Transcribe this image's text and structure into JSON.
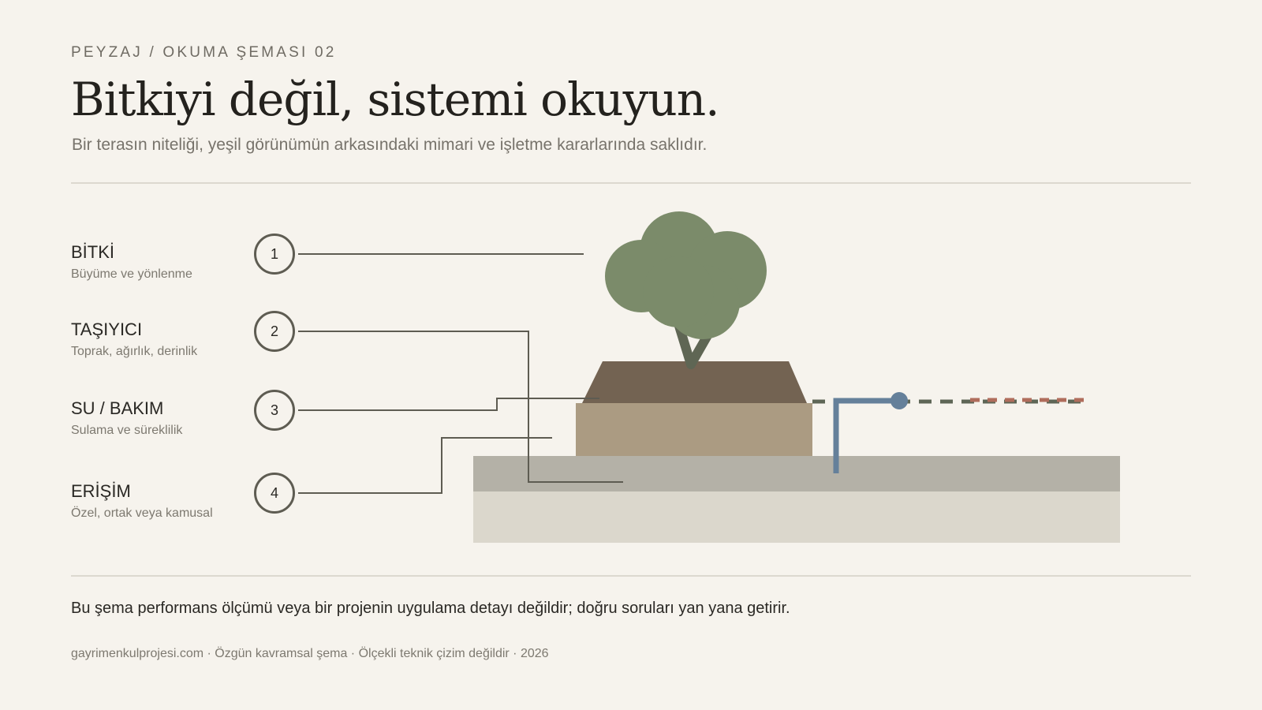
{
  "header": {
    "eyebrow": "PEYZAJ / OKUMA ŞEMASI 02",
    "title": "Bitkiyi değil, sistemi okuyun.",
    "subtitle": "Bir terasın niteliği, yeşil görünümün arkasındaki mimari ve işletme kararlarında saklıdır."
  },
  "layers": [
    {
      "number": "1",
      "title": "BİTKİ",
      "description": "Büyüme ve yönlenme"
    },
    {
      "number": "2",
      "title": "TAŞIYICI",
      "description": "Toprak, ağırlık, derinlik"
    },
    {
      "number": "3",
      "title": "SU / BAKIM",
      "description": "Sulama ve süreklilik"
    },
    {
      "number": "4",
      "title": "ERİŞİM",
      "description": "Özel, ortak veya kamusal"
    }
  ],
  "illustration": {
    "colors": {
      "foliage": "#7b8b6a",
      "trunk": "#5f6654",
      "soil": "#736352",
      "planter": "#ab9b82",
      "slab": "#b4b1a7",
      "ground": "#dbd7cc",
      "pipe": "#65809a",
      "drain_dash": "#5e6656",
      "accent_dash": "#b06d5c",
      "leader": "#5e5c52"
    },
    "icons": [
      "tree-icon",
      "planter-icon",
      "irrigation-pipe-icon",
      "terrace-slab-icon"
    ]
  },
  "note": "Bu şema performans ölçümü veya bir projenin uygulama detayı değildir; doğru soruları yan yana getirir.",
  "footer": "gayrimenkulprojesi.com · Özgün kavramsal şema · Ölçekli teknik çizim değildir · 2026"
}
